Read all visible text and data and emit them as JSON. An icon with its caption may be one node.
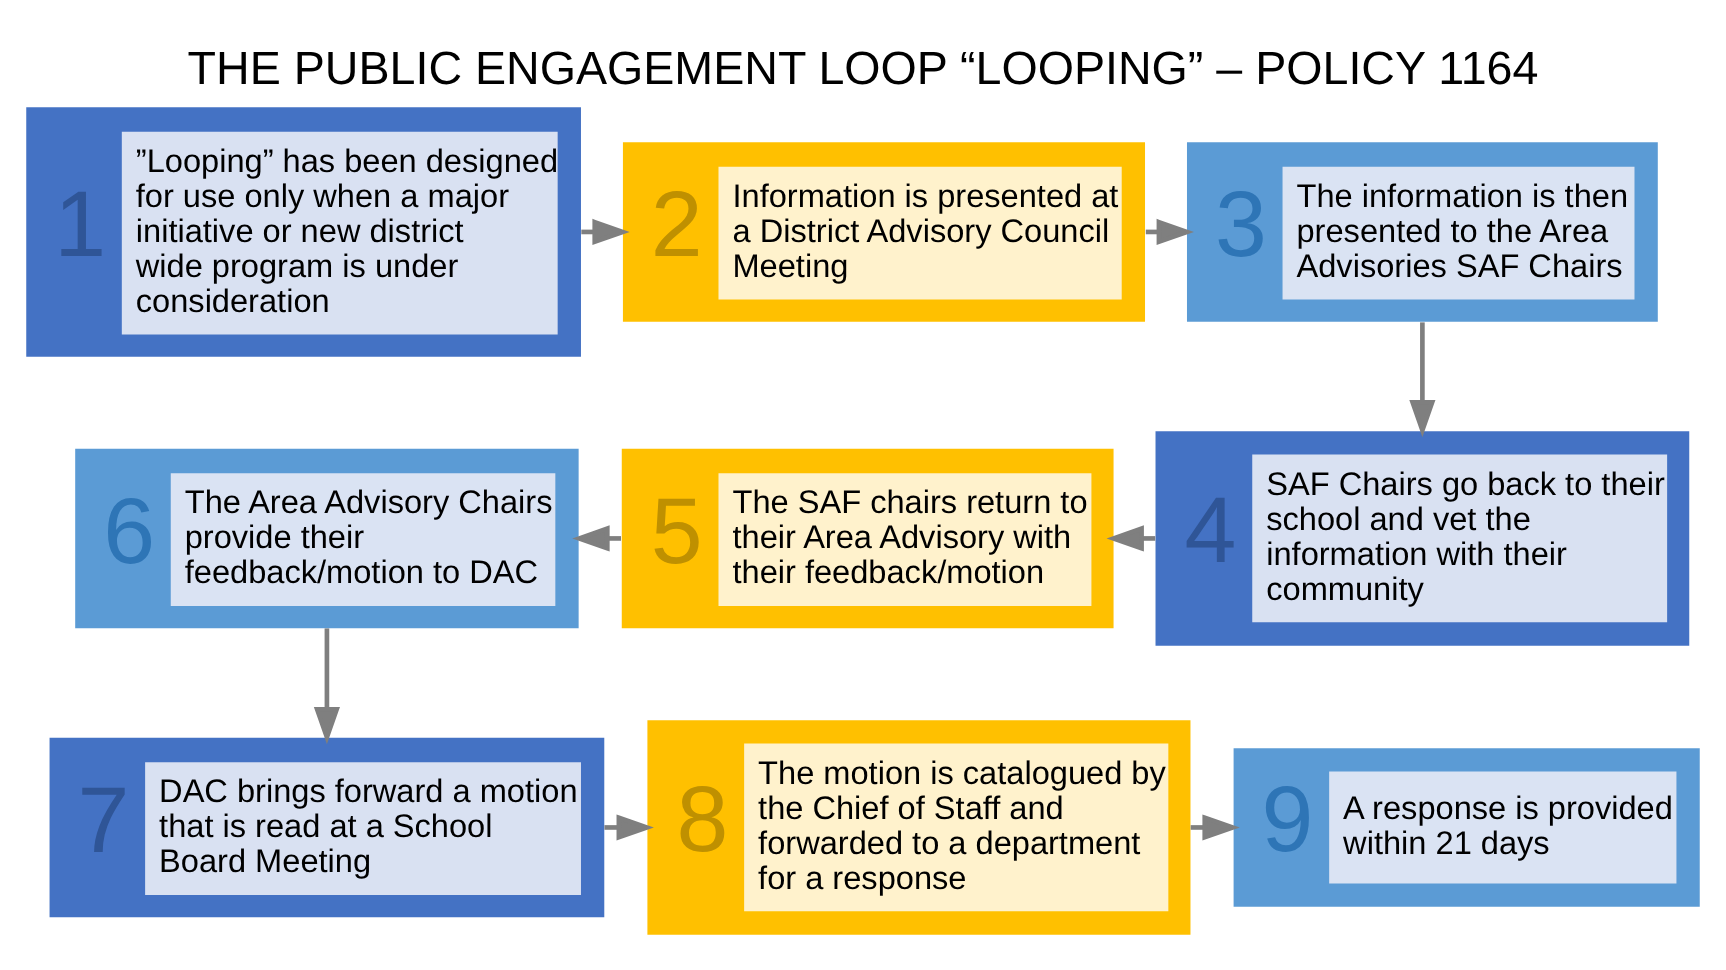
{
  "diagram": {
    "title": "THE PUBLIC ENGAGEMENT LOOP “LOOPING” – POLICY 1164",
    "nodes": [
      {
        "text": [
          "1",
          "”Looping” has been designed for use only when a major initiative or new district wide program is under consideration"
        ]
      },
      {
        "text": [
          "2",
          "Information is presented at a District Advisory Council Meeting"
        ]
      },
      {
        "text": [
          "3",
          "The information is then presented to the Area Advisories SAF Chairs"
        ]
      },
      {
        "text": [
          "4",
          "SAF Chairs go back to their school and vet the information with their community"
        ]
      },
      {
        "text": [
          "5",
          "The SAF chairs return to their Area Advisory with their feedback/motion"
        ]
      },
      {
        "text": [
          "6",
          "The Area Advisory Chairs provide their feedback/motion to DAC"
        ]
      },
      {
        "text": [
          "7",
          "DAC brings forward a motion that is read at a School Board Meeting"
        ]
      },
      {
        "text": [
          "8",
          "The motion is catalogued by the Chief of Staff and forwarded to a department for a response"
        ]
      },
      {
        "text": [
          "9",
          "A response is provided within 21 days"
        ]
      }
    ],
    "edges": [
      {
        "from": 0,
        "to": 1,
        "arrow": "to"
      },
      {
        "from": 1,
        "to": 2,
        "arrow": "to"
      },
      {
        "from": 2,
        "to": 3,
        "arrow": "to"
      },
      {
        "from": 3,
        "to": 4,
        "arrow": "to"
      },
      {
        "from": 4,
        "to": 5,
        "arrow": "to"
      },
      {
        "from": 5,
        "to": 6,
        "arrow": "to"
      },
      {
        "from": 6,
        "to": 7,
        "arrow": "to"
      },
      {
        "from": 7,
        "to": 8,
        "arrow": "to"
      }
    ]
  }
}
